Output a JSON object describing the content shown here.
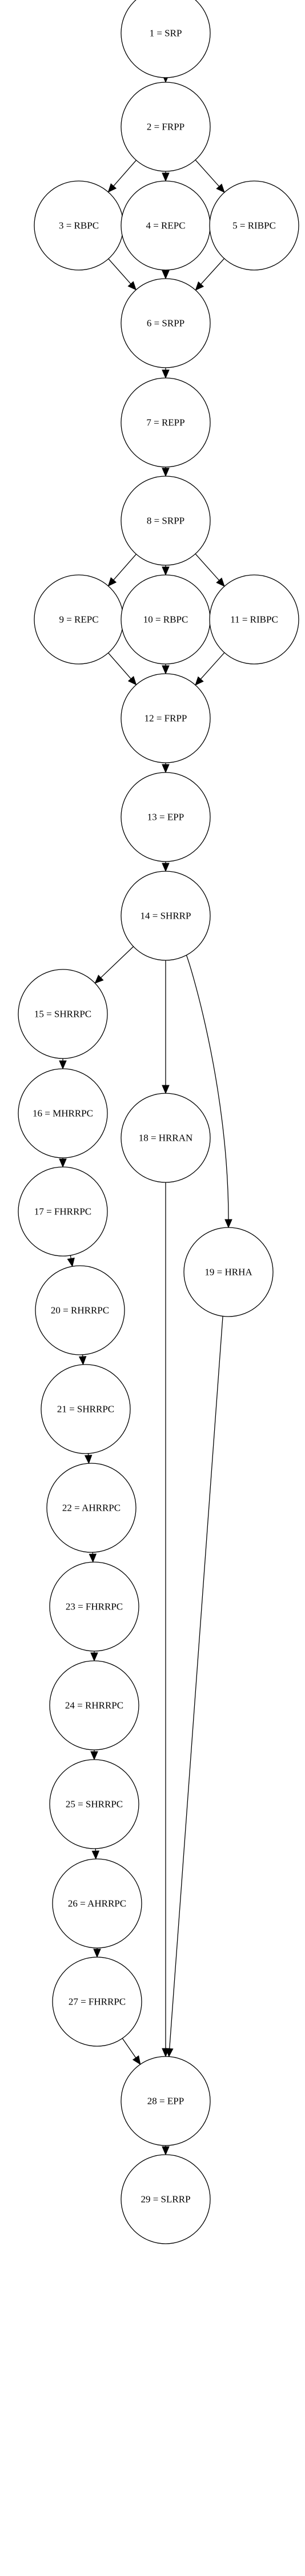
{
  "graph": {
    "nodes": [
      {
        "id": 1,
        "label": "1 = SRP"
      },
      {
        "id": 2,
        "label": "2 = FRPP"
      },
      {
        "id": 3,
        "label": "3 = RBPC"
      },
      {
        "id": 4,
        "label": "4 = REPC"
      },
      {
        "id": 5,
        "label": "5 = RIBPC"
      },
      {
        "id": 6,
        "label": "6 = SRPP"
      },
      {
        "id": 7,
        "label": "7 = REPP"
      },
      {
        "id": 8,
        "label": "8 = SRPP"
      },
      {
        "id": 9,
        "label": "9 = REPC"
      },
      {
        "id": 10,
        "label": "10 = RBPC"
      },
      {
        "id": 11,
        "label": "11 = RIBPC"
      },
      {
        "id": 12,
        "label": "12 = FRPP"
      },
      {
        "id": 13,
        "label": "13 = EPP"
      },
      {
        "id": 14,
        "label": "14 = SHRRP"
      },
      {
        "id": 15,
        "label": "15 = SHRRPC"
      },
      {
        "id": 16,
        "label": "16 = MHRRPC"
      },
      {
        "id": 17,
        "label": "17 = FHRRPC"
      },
      {
        "id": 18,
        "label": "18 = HRRAN"
      },
      {
        "id": 19,
        "label": "19 = HRHA"
      },
      {
        "id": 20,
        "label": "20 = RHRRPC"
      },
      {
        "id": 21,
        "label": "21 = SHRRPC"
      },
      {
        "id": 22,
        "label": "22 = AHRRPC"
      },
      {
        "id": 23,
        "label": "23 = FHRRPC"
      },
      {
        "id": 24,
        "label": "24 = RHRRPC"
      },
      {
        "id": 25,
        "label": "25 = SHRRPC"
      },
      {
        "id": 26,
        "label": "26 = AHRRPC"
      },
      {
        "id": 27,
        "label": "27 = FHRRPC"
      },
      {
        "id": 28,
        "label": "28 = EPP"
      },
      {
        "id": 29,
        "label": "29 = SLRRP"
      }
    ],
    "edges": [
      {
        "from": 1,
        "to": 2
      },
      {
        "from": 2,
        "to": 3
      },
      {
        "from": 2,
        "to": 4
      },
      {
        "from": 2,
        "to": 5
      },
      {
        "from": 3,
        "to": 6
      },
      {
        "from": 4,
        "to": 6
      },
      {
        "from": 5,
        "to": 6
      },
      {
        "from": 6,
        "to": 7
      },
      {
        "from": 7,
        "to": 8
      },
      {
        "from": 8,
        "to": 9
      },
      {
        "from": 8,
        "to": 10
      },
      {
        "from": 8,
        "to": 11
      },
      {
        "from": 9,
        "to": 12
      },
      {
        "from": 10,
        "to": 12
      },
      {
        "from": 11,
        "to": 12
      },
      {
        "from": 12,
        "to": 13
      },
      {
        "from": 13,
        "to": 14
      },
      {
        "from": 14,
        "to": 15
      },
      {
        "from": 14,
        "to": 18
      },
      {
        "from": 14,
        "to": 19
      },
      {
        "from": 15,
        "to": 16
      },
      {
        "from": 16,
        "to": 17
      },
      {
        "from": 17,
        "to": 20
      },
      {
        "from": 20,
        "to": 21
      },
      {
        "from": 21,
        "to": 22
      },
      {
        "from": 22,
        "to": 23
      },
      {
        "from": 23,
        "to": 24
      },
      {
        "from": 24,
        "to": 25
      },
      {
        "from": 25,
        "to": 26
      },
      {
        "from": 26,
        "to": 27
      },
      {
        "from": 27,
        "to": 28
      },
      {
        "from": 18,
        "to": 28
      },
      {
        "from": 19,
        "to": 28
      },
      {
        "from": 28,
        "to": 29
      }
    ]
  }
}
